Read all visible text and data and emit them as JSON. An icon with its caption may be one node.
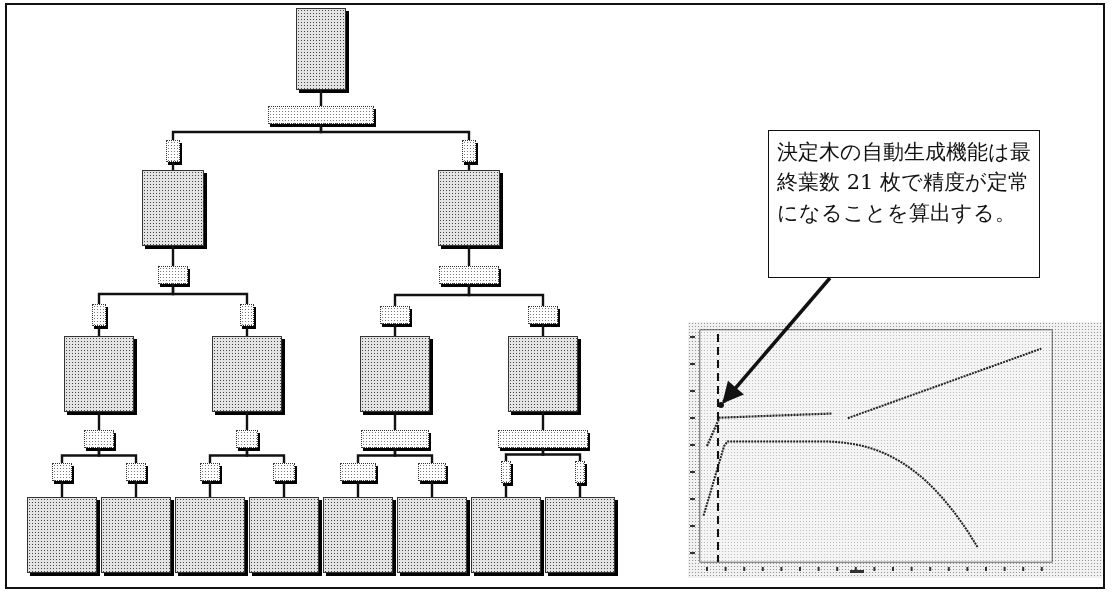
{
  "diagram": {
    "nodes": [
      {
        "text": [],
        "shape": "box"
      },
      {
        "text": [],
        "shape": "box"
      },
      {
        "text": [],
        "shape": "box"
      },
      {
        "text": [],
        "shape": "box"
      },
      {
        "text": [],
        "shape": "box"
      },
      {
        "text": [],
        "shape": "box"
      },
      {
        "text": [],
        "shape": "box"
      },
      {
        "text": [],
        "shape": "box"
      },
      {
        "text": [],
        "shape": "box"
      },
      {
        "text": [],
        "shape": "box"
      },
      {
        "text": [],
        "shape": "box"
      },
      {
        "text": [],
        "shape": "box"
      },
      {
        "text": [],
        "shape": "box"
      },
      {
        "text": [],
        "shape": "box"
      },
      {
        "text": [],
        "shape": "box"
      },
      {
        "text": [],
        "shape": "box"
      },
      {
        "text": [],
        "shape": "box"
      },
      {
        "text": [],
        "shape": "box"
      },
      {
        "text": [],
        "shape": "box"
      },
      {
        "text": [],
        "shape": "box"
      },
      {
        "text": [],
        "shape": "box"
      },
      {
        "text": [],
        "shape": "box"
      },
      {
        "text": [],
        "shape": "box"
      },
      {
        "text": [],
        "shape": "box"
      },
      {
        "text": [],
        "shape": "box"
      },
      {
        "text": [],
        "shape": "box"
      },
      {
        "text": [],
        "shape": "box"
      },
      {
        "text": [],
        "shape": "box"
      },
      {
        "text": [],
        "shape": "box"
      },
      {
        "text": [],
        "shape": "box"
      },
      {
        "text": [],
        "shape": "box"
      },
      {
        "text": [],
        "shape": "box"
      },
      {
        "text": [],
        "shape": "box"
      },
      {
        "text": [],
        "shape": "box"
      },
      {
        "text": [],
        "shape": "box"
      },
      {
        "text": [],
        "shape": "box"
      },
      {
        "text": [
          "決定木の自動生成機能は最終葉数 21 枚で精度が定常になることを算出する。"
        ]
      },
      {
        "text": [],
        "shape": "picture"
      },
      {
        "text": [],
        "shape": "circle",
        "in": 37
      }
    ],
    "edges": [
      {
        "from": 0,
        "to": 1,
        "arrow": "none"
      },
      {
        "from": 1,
        "to": 2,
        "arrow": "none"
      },
      {
        "from": 1,
        "to": 3,
        "arrow": "none"
      },
      {
        "from": 2,
        "to": 4,
        "arrow": "none"
      },
      {
        "from": 3,
        "to": 5,
        "arrow": "none"
      },
      {
        "from": 4,
        "to": 6,
        "arrow": "none"
      },
      {
        "from": 5,
        "to": 7,
        "arrow": "none"
      },
      {
        "from": 6,
        "to": 8,
        "arrow": "none"
      },
      {
        "from": 6,
        "to": 9,
        "arrow": "none"
      },
      {
        "from": 7,
        "to": 10,
        "arrow": "none"
      },
      {
        "from": 7,
        "to": 11,
        "arrow": "none"
      },
      {
        "from": 8,
        "to": 12,
        "arrow": "none"
      },
      {
        "from": 9,
        "to": 13,
        "arrow": "none"
      },
      {
        "from": 10,
        "to": 14,
        "arrow": "none"
      },
      {
        "from": 11,
        "to": 15,
        "arrow": "none"
      },
      {
        "from": 12,
        "to": 16,
        "arrow": "none"
      },
      {
        "from": 13,
        "to": 17,
        "arrow": "none"
      },
      {
        "from": 14,
        "to": 18,
        "arrow": "none"
      },
      {
        "from": 15,
        "to": 19,
        "arrow": "none"
      },
      {
        "from": 16,
        "to": 20,
        "arrow": "none"
      },
      {
        "from": 16,
        "to": 21,
        "arrow": "none"
      },
      {
        "from": 17,
        "to": 22,
        "arrow": "none"
      },
      {
        "from": 17,
        "to": 23,
        "arrow": "none"
      },
      {
        "from": 18,
        "to": 24,
        "arrow": "none"
      },
      {
        "from": 18,
        "to": 25,
        "arrow": "none"
      },
      {
        "from": 19,
        "to": 26,
        "arrow": "none"
      },
      {
        "from": 19,
        "to": 27,
        "arrow": "none"
      },
      {
        "from": 20,
        "to": 28,
        "arrow": "none"
      },
      {
        "from": 21,
        "to": 29,
        "arrow": "none"
      },
      {
        "from": 22,
        "to": 30,
        "arrow": "none"
      },
      {
        "from": 23,
        "to": 31,
        "arrow": "none"
      },
      {
        "from": 24,
        "to": 32,
        "arrow": "none"
      },
      {
        "from": 25,
        "to": 33,
        "arrow": "none"
      },
      {
        "from": 26,
        "to": 34,
        "arrow": "none"
      },
      {
        "from": 27,
        "to": 35,
        "arrow": "none"
      },
      {
        "from": 36,
        "to": 38,
        "arrow": "to"
      }
    ]
  }
}
